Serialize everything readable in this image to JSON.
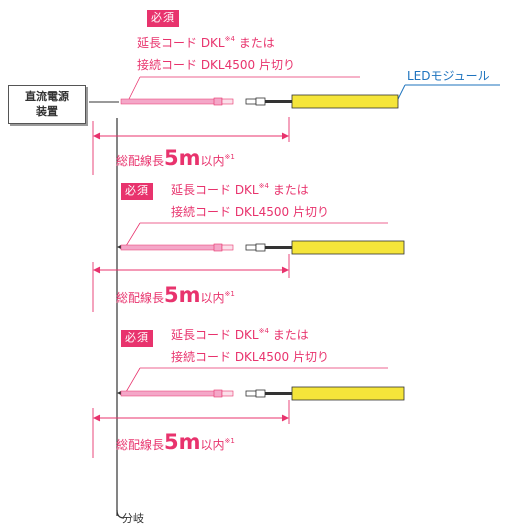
{
  "required_badge": "必須",
  "cable_line1": "延長コード DKL",
  "cable_note": "※4",
  "cable_line1_suffix": "または",
  "cable_line2": "接続コード DKL4500 片切り",
  "led_module_label": "LEDモジュール",
  "power_supply": {
    "line1": "直流電源",
    "line2": "装置"
  },
  "distance": {
    "prefix": "総配線長",
    "value": "5m",
    "suffix": "以内",
    "note": "※1"
  },
  "branch_label": "分岐",
  "colors": {
    "accent": "#e8336d",
    "led_strip": "#f5e53a",
    "cable": "#f4a7c8",
    "led_label": "#1e73be",
    "line": "#333333"
  }
}
